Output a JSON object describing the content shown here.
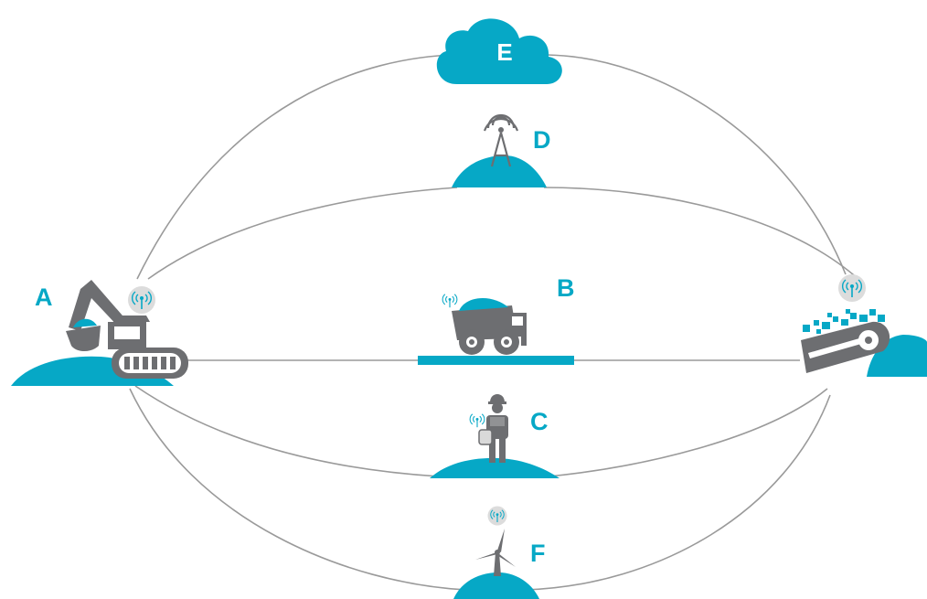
{
  "labels": {
    "a": "A",
    "b": "B",
    "c": "C",
    "d": "D",
    "e": "E",
    "f": "F"
  },
  "icons": {
    "excavator": "excavator-icon",
    "dump_truck": "dump-truck-icon",
    "worker": "worker-icon",
    "radio_tower": "radio-tower-icon",
    "cloud": "cloud-icon",
    "wind_turbine": "wind-turbine-icon",
    "conveyor": "conveyor-icon",
    "wireless": "wireless-signal-icon"
  },
  "colors": {
    "accent": "#06a8c6",
    "machine": "#6d6e71",
    "line": "#9a9a9a",
    "signal_badge": "#d9d9d9"
  }
}
